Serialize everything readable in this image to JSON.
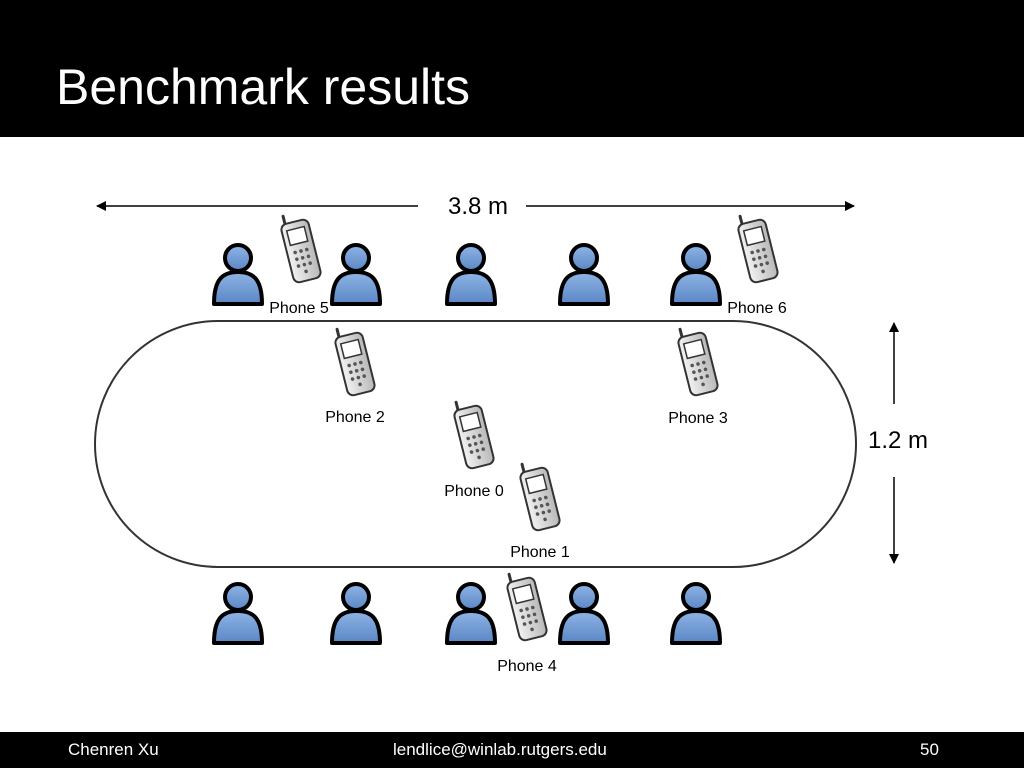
{
  "slide": {
    "title": "Benchmark results"
  },
  "diagram": {
    "width_label": "3.8 m",
    "height_label": "1.2 m",
    "phones": [
      "Phone 0",
      "Phone 1",
      "Phone 2",
      "Phone 3",
      "Phone 4",
      "Phone 5",
      "Phone 6"
    ]
  },
  "footer": {
    "author": "Chenren Xu",
    "email": "lendlice@winlab.rutgers.edu",
    "page_number": "50"
  },
  "colors": {
    "bar_background": "#000000",
    "bar_text": "#ffffff",
    "person_fill": "#6f9bd6",
    "person_outline": "#000000",
    "phone_fill": "#d9d9d9",
    "table_outline": "#333333"
  }
}
